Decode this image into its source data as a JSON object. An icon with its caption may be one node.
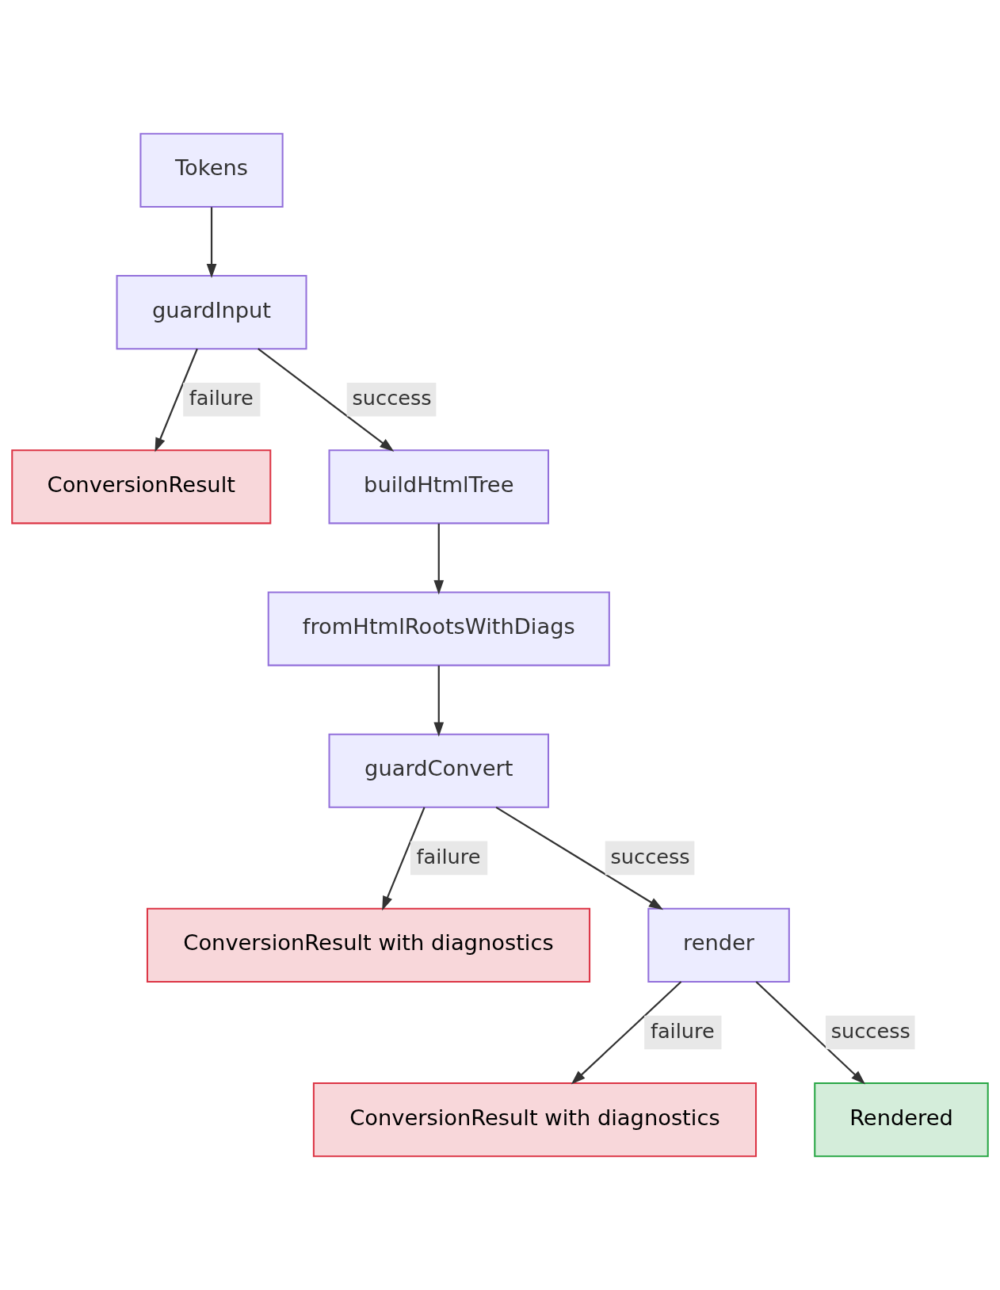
{
  "diagram": {
    "nodes": [
      {
        "text": [
          "Tokens"
        ]
      },
      {
        "text": [
          "guardInput"
        ]
      },
      {
        "text": [
          "ConversionResult"
        ]
      },
      {
        "text": [
          "buildHtmlTree"
        ]
      },
      {
        "text": [
          "fromHtmlRootsWithDiags"
        ]
      },
      {
        "text": [
          "guardConvert"
        ]
      },
      {
        "text": [
          "ConversionResult with diagnostics"
        ]
      },
      {
        "text": [
          "render"
        ]
      },
      {
        "text": [
          "ConversionResult with diagnostics"
        ]
      },
      {
        "text": [
          "Rendered"
        ]
      }
    ],
    "edges": [
      {
        "from": 0,
        "to": 1,
        "arrow": "to"
      },
      {
        "from": 1,
        "to": 2,
        "arrow": "to",
        "label": "failure"
      },
      {
        "from": 1,
        "to": 3,
        "arrow": "to",
        "label": "success"
      },
      {
        "from": 3,
        "to": 4,
        "arrow": "to"
      },
      {
        "from": 4,
        "to": 5,
        "arrow": "to"
      },
      {
        "from": 5,
        "to": 6,
        "arrow": "to",
        "label": "failure"
      },
      {
        "from": 5,
        "to": 7,
        "arrow": "to",
        "label": "success"
      },
      {
        "from": 7,
        "to": 8,
        "arrow": "to",
        "label": "failure"
      },
      {
        "from": 7,
        "to": 9,
        "arrow": "to",
        "label": "success"
      }
    ]
  }
}
